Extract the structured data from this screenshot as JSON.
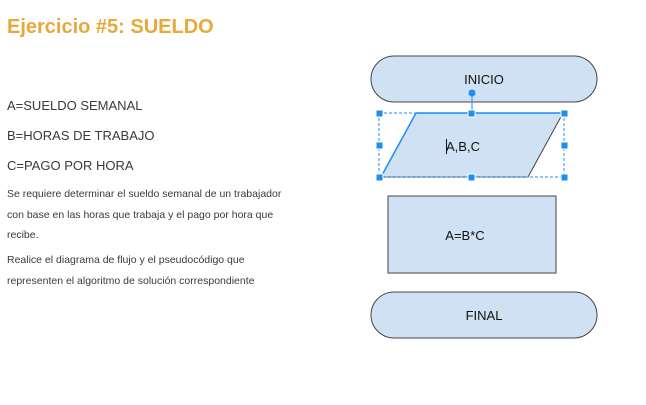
{
  "exercise": {
    "title": "Ejercicio #5: SUELDO",
    "definitions": [
      "A=SUELDO SEMANAL",
      "B=HORAS DE TRABAJO",
      "C=PAGO POR HORA"
    ],
    "description": [
      "Se requiere determinar el sueldo semanal de un trabajador con base en las horas que trabaja y el pago por hora que recibe.",
      "Realice el diagrama de flujo y el pseudocódigo que representen el algoritmo de solución correspondiente"
    ]
  },
  "flowchart": {
    "start_label": "INICIO",
    "input_label": "A,B,C",
    "process_label": "A=B*C",
    "end_label": "FINAL",
    "colors": {
      "shape_fill": "#cfe1f3",
      "shape_stroke": "#444444",
      "selection": "#1f8ef1",
      "title": "#e8a93a"
    }
  }
}
